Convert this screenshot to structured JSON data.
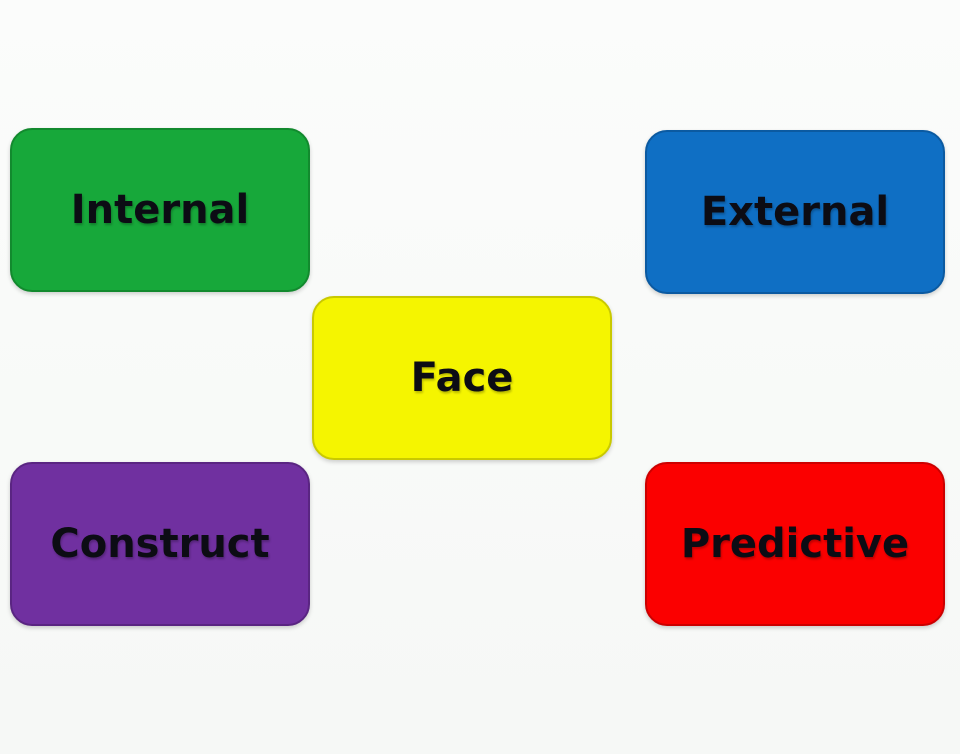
{
  "boxes": {
    "internal": {
      "label": "Internal",
      "color": "#17a83a",
      "border": "#128a2e"
    },
    "external": {
      "label": "External",
      "color": "#0f6fc4",
      "border": "#0b5aa1"
    },
    "face": {
      "label": "Face",
      "color": "#f5f500",
      "border": "#c9c900"
    },
    "construct": {
      "label": "Construct",
      "color": "#7030a0",
      "border": "#5a2582"
    },
    "predictive": {
      "label": "Predictive",
      "color": "#fb0000",
      "border": "#cc0000"
    }
  }
}
